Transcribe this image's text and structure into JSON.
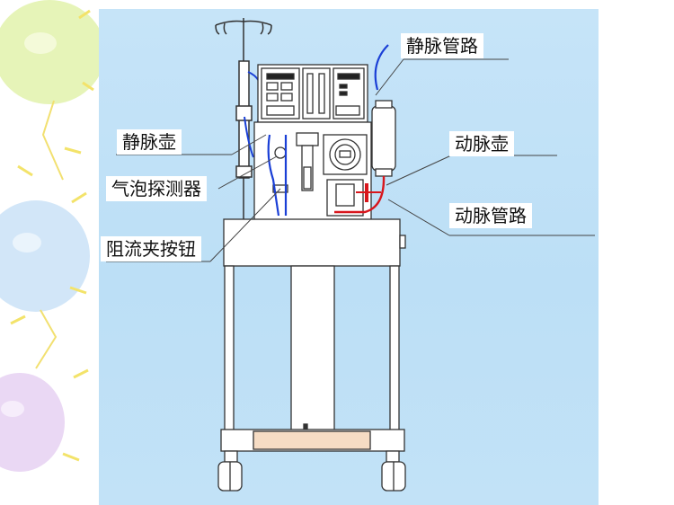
{
  "labels": {
    "vein_line": "静脉管路",
    "vein_chamber": "静脉壶",
    "bubble_detector": "气泡探测器",
    "clamp_button": "阻流夹按钮",
    "artery_chamber": "动脉壶",
    "artery_line": "动脉管路"
  },
  "colors": {
    "background": "#c4e2f7",
    "venous_line": "#1a3fd6",
    "arterial_line": "#d8161c",
    "machine_body": "#ffffff",
    "balloon_green": "#e4f3b4",
    "balloon_blue": "#cfe3f7",
    "balloon_purple": "#e8d6f3"
  }
}
